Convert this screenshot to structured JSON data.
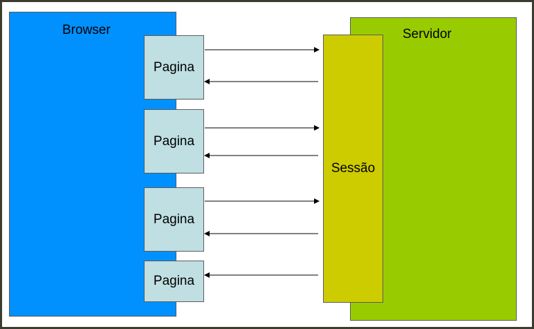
{
  "browser": {
    "label": "Browser"
  },
  "server": {
    "label": "Servidor"
  },
  "session": {
    "label": "Sessão"
  },
  "pages": [
    {
      "label": "Pagina"
    },
    {
      "label": "Pagina"
    },
    {
      "label": "Pagina"
    },
    {
      "label": "Pagina"
    }
  ],
  "colors": {
    "browser": "#0091ff",
    "server": "#99cc00",
    "session": "#cccc00",
    "page": "#bfdfe2"
  }
}
